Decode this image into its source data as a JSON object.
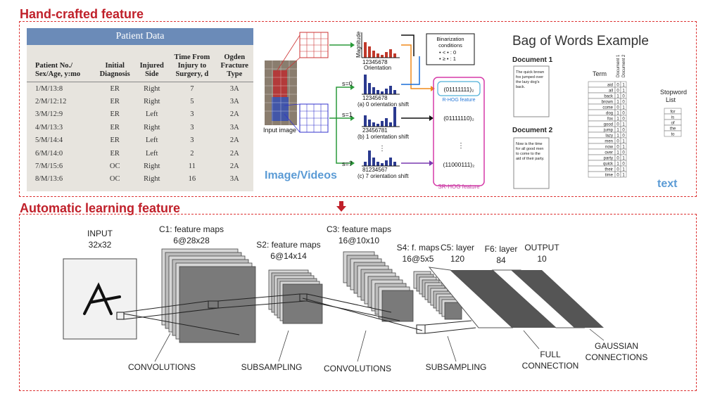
{
  "sections": {
    "top_title": "Hand-crafted feature",
    "bottom_title": "Automatic learning feature"
  },
  "colors": {
    "accent_red": "#c0202a",
    "table_header_blue": "#6b8bb8",
    "caption_blue": "#5b9bd5"
  },
  "patient_table": {
    "title": "Patient Data",
    "headers": [
      [
        "Patient No./",
        "Sex/Age, y:mo"
      ],
      [
        "Initial",
        "Diagnosis"
      ],
      [
        "Injured",
        "Side"
      ],
      [
        "Time From",
        "Injury to",
        "Surgery, d"
      ],
      [
        "Ogden",
        "Fracture",
        "Type"
      ]
    ],
    "rows": [
      [
        "1/M/13:8",
        "ER",
        "Right",
        "7",
        "3A"
      ],
      [
        "2/M/12:12",
        "ER",
        "Right",
        "5",
        "3A"
      ],
      [
        "3/M/12:9",
        "ER",
        "Left",
        "3",
        "2A"
      ],
      [
        "4/M/13:3",
        "ER",
        "Right",
        "3",
        "3A"
      ],
      [
        "5/M/14:4",
        "ER",
        "Left",
        "3",
        "2A"
      ],
      [
        "6/M/14:0",
        "ER",
        "Left",
        "2",
        "2A"
      ],
      [
        "7/M/15:6",
        "OC",
        "Right",
        "11",
        "2A"
      ],
      [
        "8/M/13:6",
        "OC",
        "Right",
        "16",
        "3A"
      ]
    ]
  },
  "hog": {
    "magnitude": "Magnitude",
    "orientation": "Orientation",
    "bins": "12345678",
    "input_image": "Input image",
    "s0": "s=0",
    "s1": "s=1",
    "s7": "s=7",
    "bins_s1": "23456781",
    "bins_s7": "81234567",
    "shift0": "(a) 0 orientation shift",
    "shift1": "(b) 1 orientation shift",
    "shift7": "(c) 7 orientation shift",
    "binarization_title": [
      "Binarization",
      "conditions"
    ],
    "cond1": "• < • : 0",
    "cond2": "• ≥ • : 1",
    "code0": "(01111111)₂",
    "code1": "(01111110)₂",
    "code7": "(11000111)₂",
    "rhog": "R-HOG feature",
    "srhog": "SR-HOG feature",
    "caption": "Image/Videos"
  },
  "bow": {
    "title": "Bag of Words Example",
    "doc1": "Document 1",
    "doc1_text": [
      "The quick brown",
      "fox jumped over",
      "the lazy dog's",
      "back."
    ],
    "doc2": "Document 2",
    "doc2_text": [
      "Now is the time",
      "for all good men",
      "to come to the",
      "aid of their party."
    ],
    "term_header": "Term",
    "col1": "Document 1",
    "col2": "Document 2",
    "terms": [
      [
        "aid",
        "0",
        "1"
      ],
      [
        "all",
        "0",
        "1"
      ],
      [
        "back",
        "1",
        "0"
      ],
      [
        "brown",
        "1",
        "0"
      ],
      [
        "come",
        "0",
        "1"
      ],
      [
        "dog",
        "1",
        "0"
      ],
      [
        "fox",
        "1",
        "0"
      ],
      [
        "good",
        "0",
        "1"
      ],
      [
        "jump",
        "1",
        "0"
      ],
      [
        "lazy",
        "1",
        "0"
      ],
      [
        "men",
        "0",
        "1"
      ],
      [
        "now",
        "0",
        "1"
      ],
      [
        "over",
        "1",
        "0"
      ],
      [
        "party",
        "0",
        "1"
      ],
      [
        "quick",
        "1",
        "0"
      ],
      [
        "their",
        "0",
        "1"
      ],
      [
        "time",
        "0",
        "1"
      ]
    ],
    "stopword_title": [
      "Stopword",
      "List"
    ],
    "stopwords": [
      "for",
      "is",
      "of",
      "the",
      "to"
    ],
    "caption": "text"
  },
  "cnn": {
    "input": [
      "INPUT",
      "32x32"
    ],
    "c1": [
      "C1: feature maps",
      "6@28x28"
    ],
    "s2": [
      "S2: feature maps",
      "6@14x14"
    ],
    "c3": [
      "C3: feature maps",
      "16@10x10"
    ],
    "s4": [
      "S4: f. maps",
      "16@5x5"
    ],
    "c5": [
      "C5: layer",
      "120"
    ],
    "f6": [
      "F6: layer",
      "84"
    ],
    "output": [
      "OUTPUT",
      "10"
    ],
    "conv1": "CONVOLUTIONS",
    "sub1": "SUBSAMPLING",
    "conv2": "CONVOLUTIONS",
    "sub2": "SUBSAMPLING",
    "full": [
      "FULL",
      "CONNECTION"
    ],
    "gauss": [
      "GAUSSIAN",
      "CONNECTIONS"
    ]
  }
}
